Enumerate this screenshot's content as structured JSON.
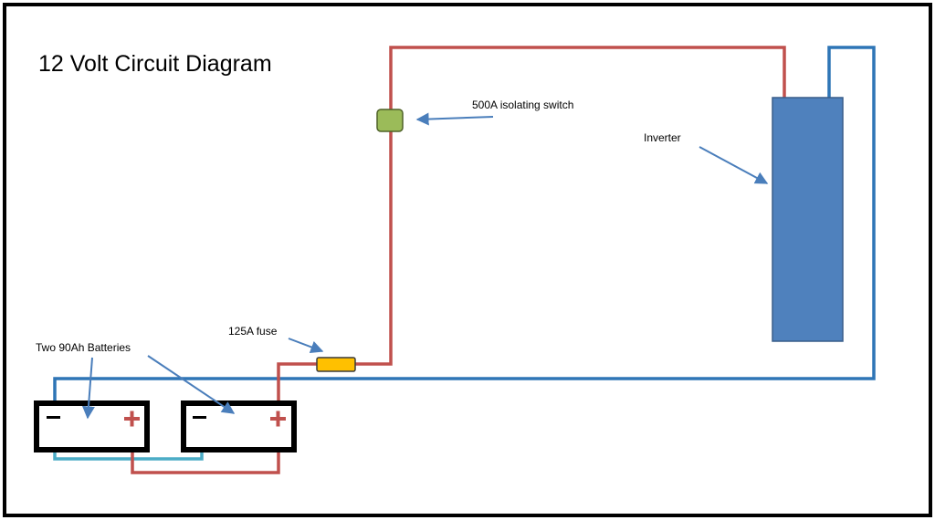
{
  "diagram": {
    "title": "12 Volt Circuit Diagram",
    "labels": {
      "batteries": "Two 90Ah Batteries",
      "fuse": "125A fuse",
      "switch": "500A isolating switch",
      "inverter": "Inverter"
    },
    "battery_signs": {
      "negative": "−",
      "positive": "+"
    },
    "colors": {
      "frame": "#000000",
      "positive_wire": "#c0504d",
      "negative_wire": "#2e75b6",
      "battery_link_wire": "#4bacc6",
      "inverter_fill": "#4f81bd",
      "inverter_border": "#385d8a",
      "switch_fill": "#9bbb59",
      "switch_border": "#4f6228",
      "fuse_fill": "#ffc000",
      "arrow": "#4a7ebb",
      "battery_outline": "#000000"
    }
  }
}
